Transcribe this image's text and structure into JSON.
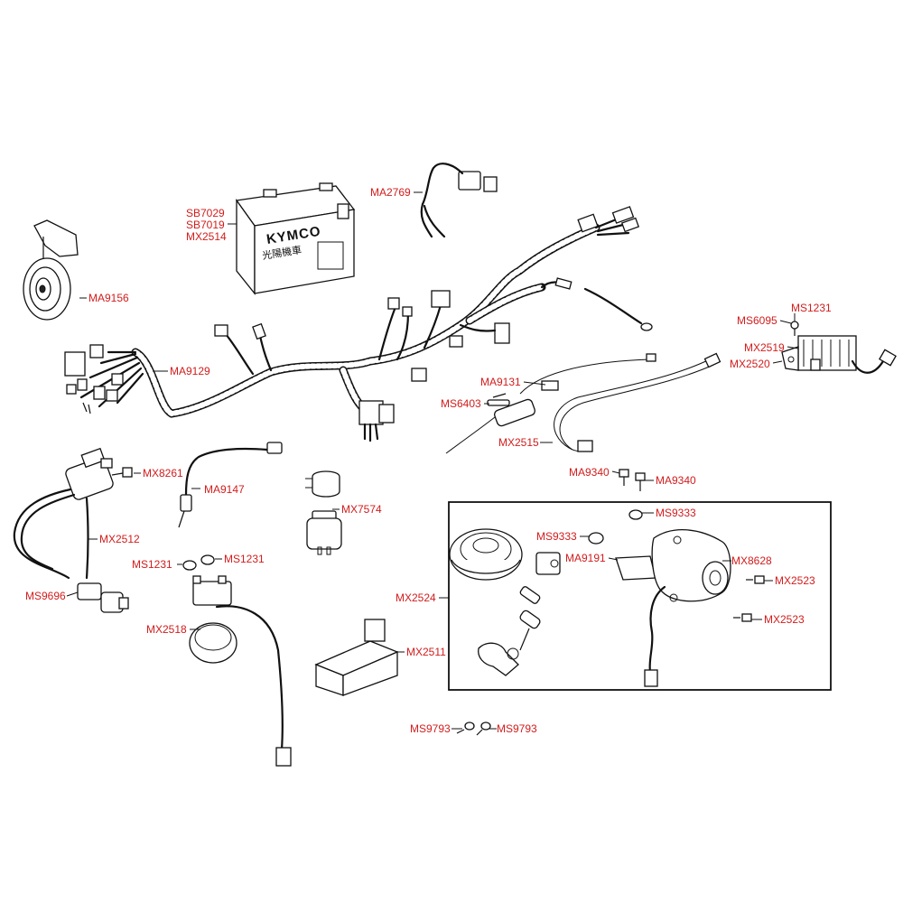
{
  "brand": {
    "name": "KYMCO",
    "subtitle": "光陽機車"
  },
  "labels": {
    "sb7029": "SB7029",
    "sb7019": "SB7019",
    "mx2514": "MX2514",
    "ma2769": "MA2769",
    "ma9156": "MA9156",
    "ma9129": "MA9129",
    "ms1231_top": "MS1231",
    "ms6095": "MS6095",
    "mx2519": "MX2519",
    "mx2520": "MX2520",
    "ma9131": "MA9131",
    "ms6403": "MS6403",
    "mx2515": "MX2515",
    "ma9340_a": "MA9340",
    "ma9340_b": "MA9340",
    "mx8261": "MX8261",
    "ma9147": "MA9147",
    "mx7574": "MX7574",
    "mx2512": "MX2512",
    "ms1231_a": "MS1231",
    "ms1231_b": "MS1231",
    "ms9696": "MS9696",
    "mx2518": "MX2518",
    "mx2511": "MX2511",
    "ms9793_a": "MS9793",
    "ms9793_b": "MS9793",
    "mx2524": "MX2524",
    "ms9333_a": "MS9333",
    "ms9333_b": "MS9333",
    "ma9191": "MA9191",
    "mx8628": "MX8628",
    "mx2523_a": "MX2523",
    "mx2523_b": "MX2523"
  },
  "colors": {
    "label": "#d21c1c",
    "line": "#111111"
  }
}
